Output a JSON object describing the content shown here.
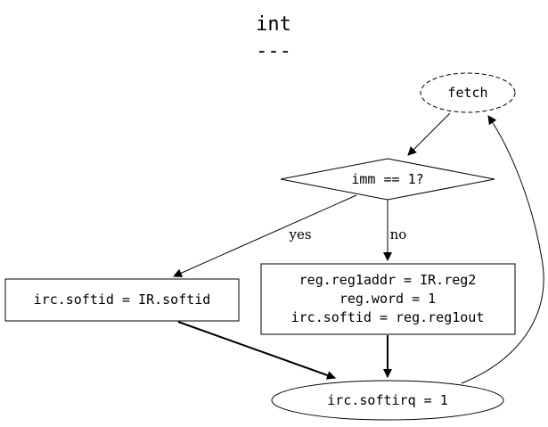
{
  "title": {
    "line1": "int",
    "line2": "---"
  },
  "nodes": {
    "fetch": "fetch",
    "decision": "imm == 1?",
    "yes_box": "irc.softid = IR.softid",
    "no_box": {
      "line1": "reg.reg1addr = IR.reg2",
      "line2": "reg.word = 1",
      "line3": "irc.softid = reg.reg1out"
    },
    "softirq": "irc.softirq = 1"
  },
  "edges": {
    "yes_label": "yes",
    "no_label": "no"
  }
}
